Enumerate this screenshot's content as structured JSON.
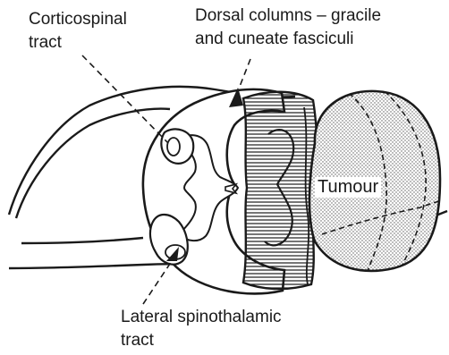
{
  "labels": {
    "corticospinal_line1": "Corticospinal",
    "corticospinal_line2": "tract",
    "dorsal_line1": "Dorsal columns – gracile",
    "dorsal_line2": "and cuneate fasciculi",
    "tumour": "Tumour",
    "spinothalamic_line1": "Lateral spinothalamic",
    "spinothalamic_line2": "tract"
  },
  "colors": {
    "ink": "#1a1a1a",
    "background": "#ffffff",
    "stipple": "#9a9a9a"
  }
}
